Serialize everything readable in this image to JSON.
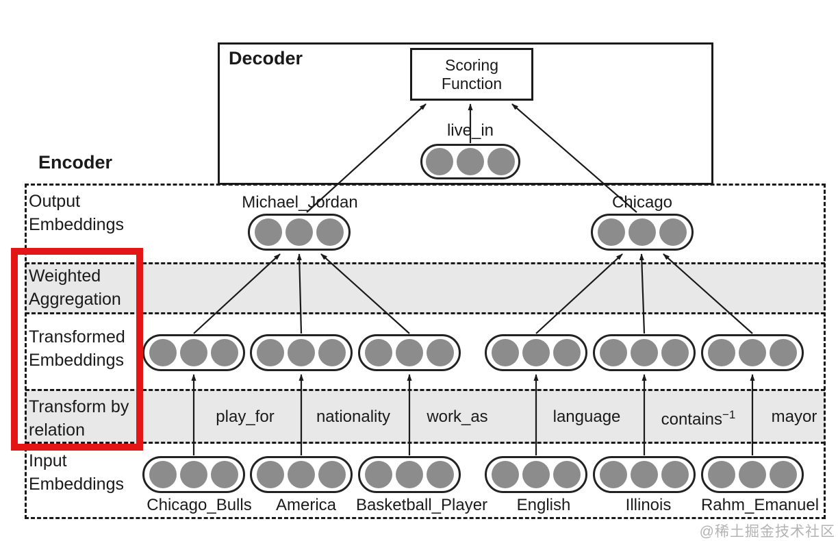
{
  "colors": {
    "highlight_red": "#e31515",
    "embedding_circle_gray": "#8c8c8c",
    "shaded_band_gray": "#e8e8e8",
    "line_black": "#1a1a1a",
    "watermark_gray": "#b3b3b3"
  },
  "decoder": {
    "title": "Decoder",
    "scoring_function_label": "Scoring Function",
    "relation_embedding": {
      "label": "live_in"
    }
  },
  "encoder": {
    "title": "Encoder",
    "layers": [
      {
        "label": "Output Embeddings",
        "shaded": false,
        "highlighted": false
      },
      {
        "label": "Weighted Aggregation",
        "shaded": true,
        "highlighted": true
      },
      {
        "label": "Transformed Embeddings",
        "shaded": false,
        "highlighted": true
      },
      {
        "label": "Transform by relation",
        "shaded": true,
        "highlighted": true
      },
      {
        "label": "Input Embeddings",
        "shaded": false,
        "highlighted": false
      }
    ],
    "output_embeddings": [
      {
        "label": "Michael_Jordan"
      },
      {
        "label": "Chicago"
      }
    ],
    "relations": [
      {
        "label": "play_for",
        "superscript": ""
      },
      {
        "label": "nationality",
        "superscript": ""
      },
      {
        "label": "work_as",
        "superscript": ""
      },
      {
        "label": "language",
        "superscript": ""
      },
      {
        "label": "contains",
        "superscript": "−1"
      },
      {
        "label": "mayor",
        "superscript": ""
      }
    ],
    "input_entities": [
      {
        "label": "Chicago_Bulls"
      },
      {
        "label": "America"
      },
      {
        "label": "Basketball_Player"
      },
      {
        "label": "English"
      },
      {
        "label": "Illinois"
      },
      {
        "label": "Rahm_Emanuel"
      }
    ]
  },
  "watermark": "@稀土掘金技术社区"
}
